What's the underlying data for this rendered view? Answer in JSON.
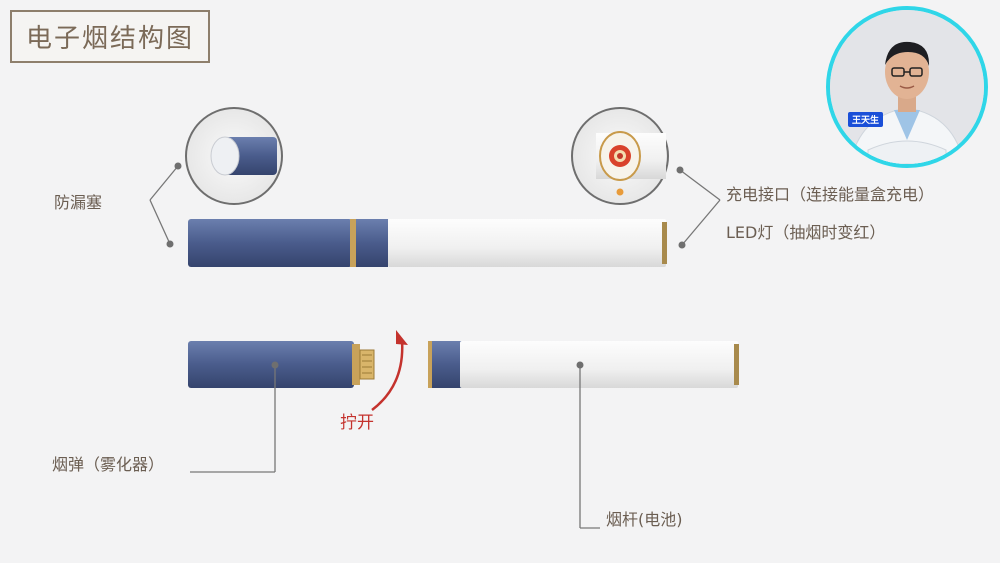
{
  "title": "电子烟结构图",
  "labels": {
    "leak_plug": "防漏塞",
    "charge_port": "充电接口（连接能量盒充电）",
    "led": "LED灯（抽烟时变红）",
    "twist_open": "拧开",
    "cartridge": "烟弹（雾化器）",
    "battery_rod": "烟杆(电池)"
  },
  "avatar": {
    "name_tag": "王天生"
  },
  "colors": {
    "cartridge_blue": "#4d5f8f",
    "rod_white": "#f1f1f1",
    "arrow_red": "#c4322d",
    "avatar_ring": "#2fd6e8"
  }
}
